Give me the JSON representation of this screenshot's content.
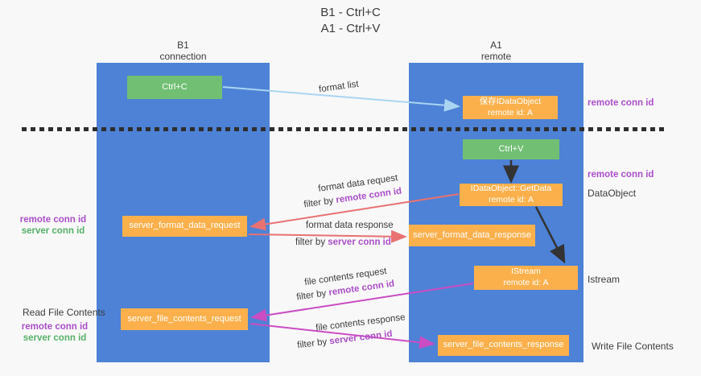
{
  "title": {
    "line1": "B1 - Ctrl+C",
    "line2": "A1 - Ctrl+V"
  },
  "lanes": {
    "left": {
      "name": "B1",
      "role": "connection"
    },
    "right": {
      "name": "A1",
      "role": "remote"
    }
  },
  "nodes": {
    "ctrl_c": {
      "label": "Ctrl+C"
    },
    "ctrl_v": {
      "label": "Ctrl+V"
    },
    "save_idataobject": {
      "line1": "保存IDataObject",
      "line2": "remote id: A"
    },
    "getdata": {
      "line1": "IDataObject::GetData",
      "line2": "remote id: A"
    },
    "istream": {
      "line1": "IStream",
      "line2": "remote id: A"
    },
    "server_format_data_request": {
      "label": "server_format_data_request"
    },
    "server_format_data_response": {
      "label": "server_format_data_response"
    },
    "server_file_contents_request": {
      "label": "server_file_contents_request"
    },
    "server_file_contents_response": {
      "label": "server_file_contents_response"
    }
  },
  "edges": {
    "format_list": "format list",
    "format_data_request": "format data request",
    "format_data_response": "format data response",
    "file_contents_request": "file contents request",
    "file_contents_response": "file contents response",
    "filter_by": "filter by ",
    "remote_conn_id": "remote conn id",
    "server_conn_id": "server conn id"
  },
  "side_labels": {
    "remote_conn_id": "remote conn id",
    "server_conn_id": "server conn id",
    "dataobject": "DataObject",
    "istream": "Istream",
    "read_file_contents": "Read File Contents",
    "write_file_contents": "Write File Contents"
  },
  "colors": {
    "lane_blue": "#4d82d6",
    "node_orange": "#fbb04c",
    "key_green": "#71bf73",
    "accent_purple": "#ab4fc8",
    "accent_green": "#56b168",
    "arrow_light_blue": "#a9d5f2",
    "arrow_salmon": "#e87272",
    "arrow_magenta": "#ca4dc3",
    "arrow_black": "#333333",
    "background": "#f8f8f8"
  }
}
